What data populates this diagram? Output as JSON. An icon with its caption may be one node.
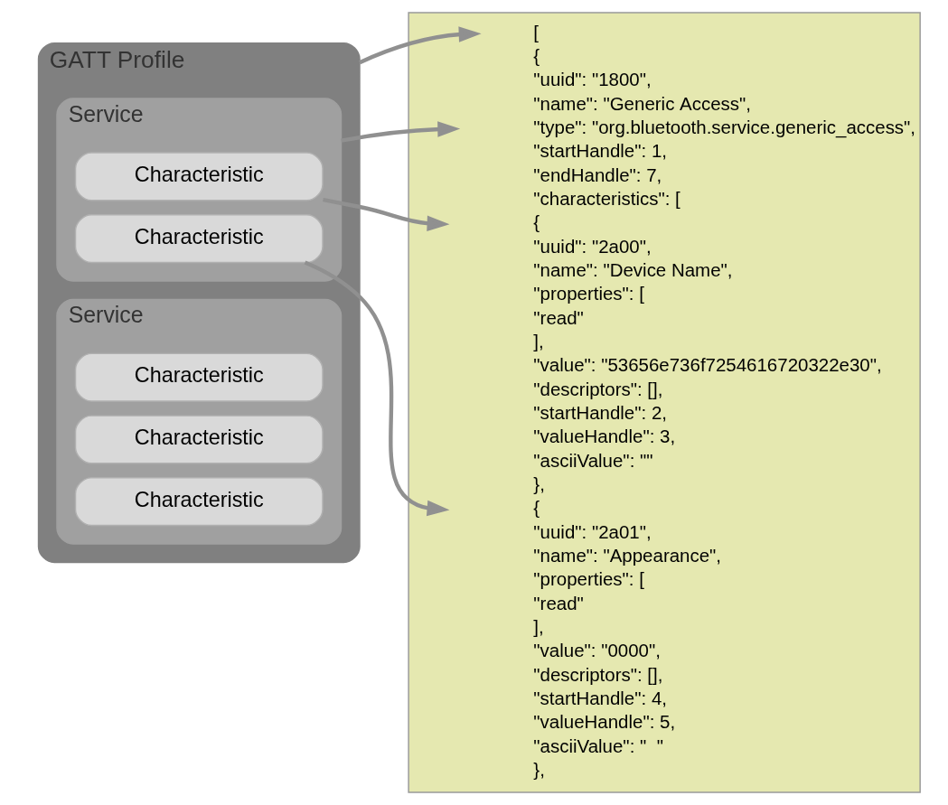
{
  "diagram": {
    "nodes": [
      {
        "text": [
          "GATT Profile"
        ]
      },
      {
        "text": [
          "Service"
        ],
        "in": 0
      },
      {
        "text": [
          "Characteristic"
        ],
        "in": 1
      },
      {
        "text": [
          "Characteristic"
        ],
        "in": 1
      },
      {
        "text": [
          "Service"
        ],
        "in": 0
      },
      {
        "text": [
          "Characteristic"
        ],
        "in": 4
      },
      {
        "text": [
          "Characteristic"
        ],
        "in": 4
      },
      {
        "text": [
          "Characteristic"
        ],
        "in": 4
      },
      {
        "text": [
          "[",
          "{",
          "\"uuid\": \"1800\",",
          "\"name\": \"Generic Access\",",
          "\"type\": \"org.bluetooth.service.generic_access\",",
          "\"startHandle\": 1,",
          "\"endHandle\": 7,",
          "\"characteristics\": [",
          "{",
          "\"uuid\": \"2a00\",",
          "\"name\": \"Device Name\",",
          "\"properties\": [",
          "\"read\"",
          "],",
          "\"value\": \"53656e736f7254616720322e30\",",
          "\"descriptors\": [],",
          "\"startHandle\": 2,",
          "\"valueHandle\": 3,",
          "\"asciiValue\": \"\"",
          "},",
          "{",
          "\"uuid\": \"2a01\",",
          "\"name\": \"Appearance\",",
          "\"properties\": [",
          "\"read\"",
          "],",
          "\"value\": \"0000\",",
          "\"descriptors\": [],",
          "\"startHandle\": 4,",
          "\"valueHandle\": 5,",
          "\"asciiValue\": \"  \"",
          "},"
        ]
      }
    ],
    "edges": [
      {
        "from": 0,
        "to": 8,
        "arrow": "to"
      },
      {
        "from": 1,
        "to": 8,
        "arrow": "to"
      },
      {
        "from": 2,
        "to": 8,
        "arrow": "to"
      },
      {
        "from": 3,
        "to": 8,
        "arrow": "to"
      }
    ]
  }
}
